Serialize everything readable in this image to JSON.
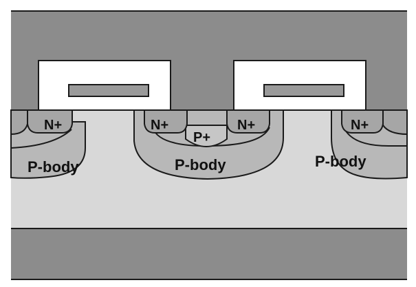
{
  "diagram": {
    "labels": {
      "n_plus_1": "N+",
      "n_plus_2": "N+",
      "n_plus_3": "N+",
      "n_plus_4": "N+",
      "p_plus": "P+",
      "p_body_left": "P-body",
      "p_body_center": "P-body",
      "p_body_right": "P-body"
    },
    "colors": {
      "top_metal": "#8c8c8c",
      "gate_oxide": "#ffffff",
      "gate_poly": "#9a9a9a",
      "n_plus": "#a6a6a6",
      "p_plus": "#c6c6c6",
      "p_body": "#b8b8b8",
      "n_drift": "#d8d8d8",
      "substrate": "#8c8c8c",
      "outline": "#1a1a1a"
    }
  }
}
